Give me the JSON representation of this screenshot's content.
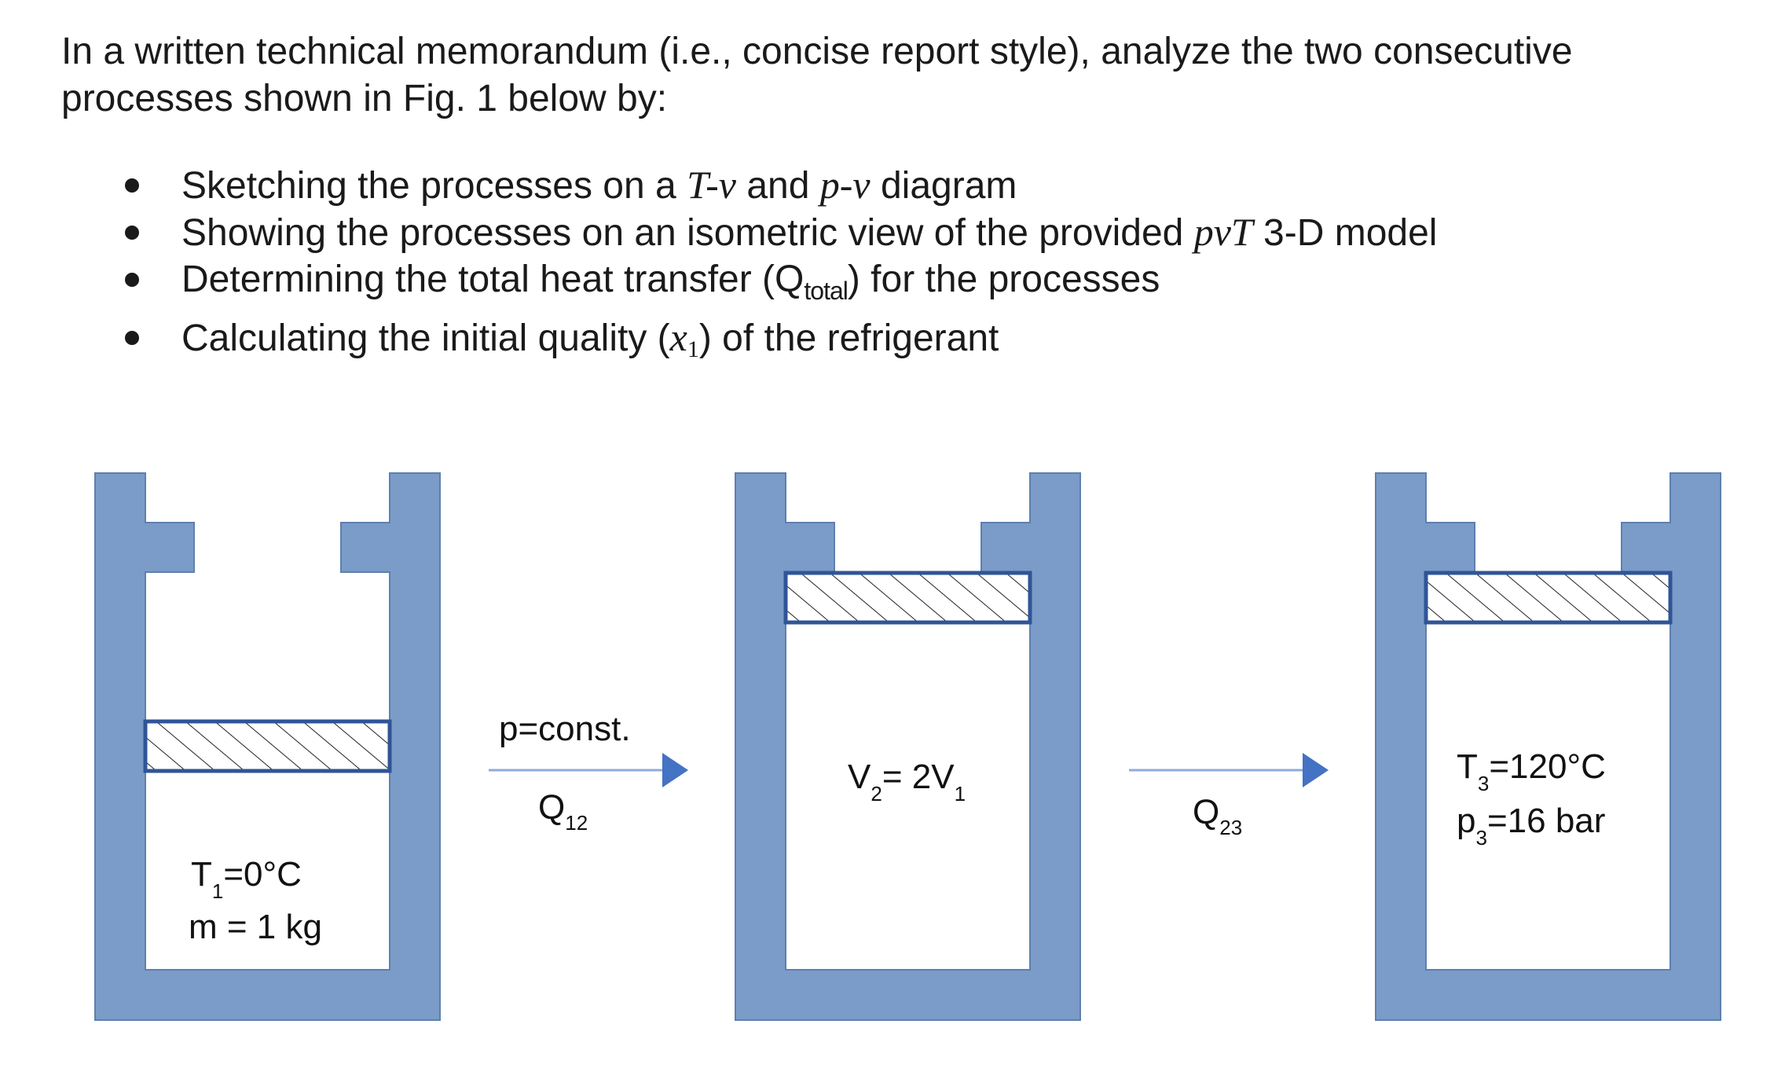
{
  "intro": "In a written technical memorandum (i.e., concise report style), analyze the two consecutive processes shown in Fig. 1 below by:",
  "bullets": [
    {
      "pre": "Sketching the processes on a ",
      "m1": "T-v",
      "mid": " and ",
      "m2": "p-v",
      "post": " diagram"
    },
    {
      "pre": "Showing the processes on an isometric view of the provided ",
      "m1": "pvT",
      "post": " 3-D model"
    },
    {
      "pre": "Determining the total heat transfer (Q",
      "sub": "total",
      "post": ") for the processes"
    },
    {
      "pre": "Calculating the initial quality (",
      "m1": "x",
      "msub": "1",
      "post": ") of the refrigerant"
    }
  ],
  "diagram": {
    "state1": {
      "t_main": "T",
      "t_sub": "1",
      "t_rest": "=0°C",
      "mass": "m = 1 kg"
    },
    "process12": {
      "label": "p=const.",
      "q_main": "Q",
      "q_sub": "12"
    },
    "state2": {
      "v_main": "V",
      "v_sub": "2",
      "v_mid": "= 2V",
      "v_sub2": "1"
    },
    "process23": {
      "q_main": "Q",
      "q_sub": "23"
    },
    "state3": {
      "t_main": "T",
      "t_sub": "3",
      "t_rest": "=120°C",
      "p_main": "p",
      "p_sub": "3",
      "p_rest": "=16 bar"
    },
    "colors": {
      "cylinder_fill": "#7b9cc8",
      "piston_border": "#2f5597",
      "arrow": "#4472c4",
      "arrow_line": "#8faadc"
    }
  }
}
